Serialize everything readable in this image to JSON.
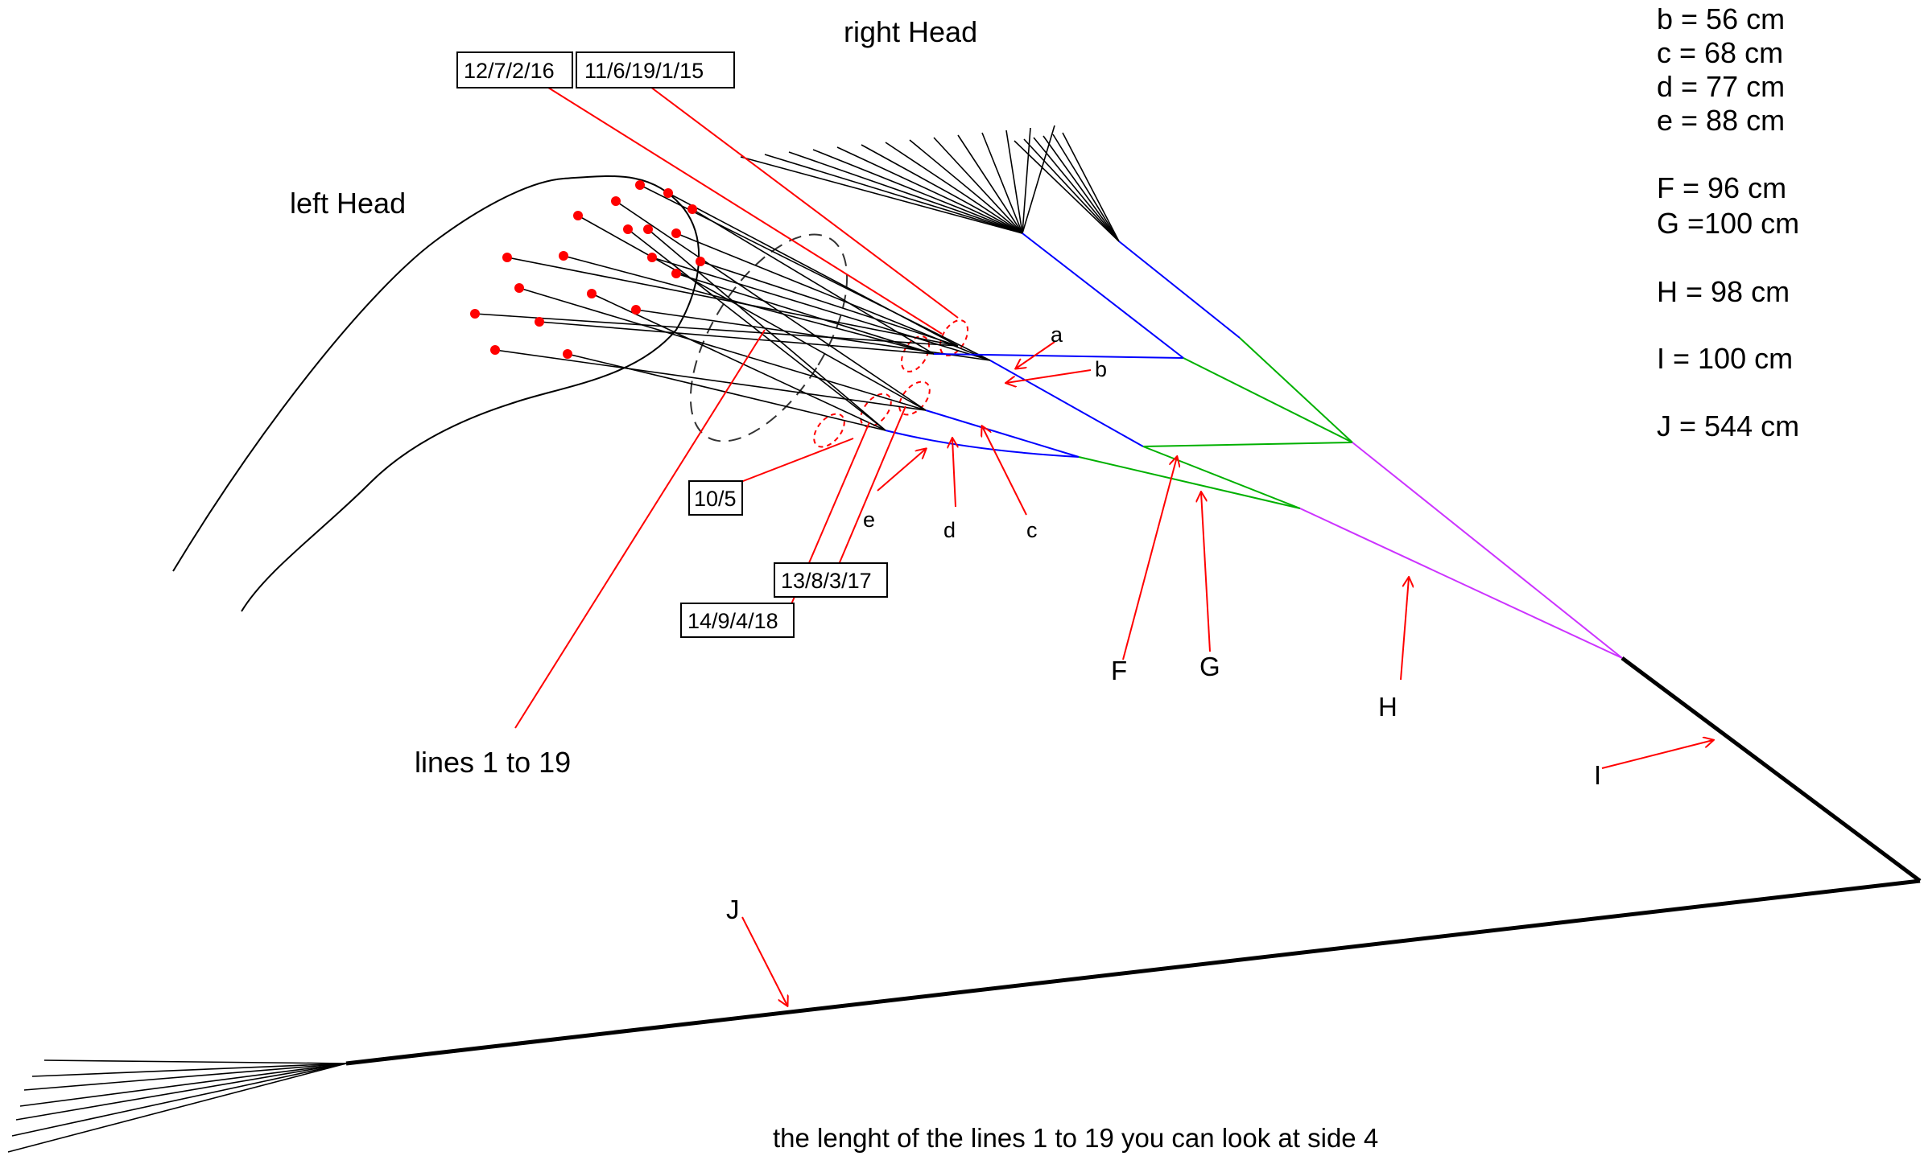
{
  "title_right": "right Head",
  "title_left": "left Head",
  "measurements": [
    "b =  56 cm",
    "c =  68 cm",
    "d =  77 cm",
    "e =  88 cm",
    "F =  96 cm",
    "G =100 cm",
    "H =  98 cm",
    "I  = 100 cm",
    "J = 544 cm"
  ],
  "boxes": {
    "b1": "12/7/2/16",
    "b2": "11/6/19/1/15",
    "b3": "10/5",
    "b4": "13/8/3/17",
    "b5": "14/9/4/18"
  },
  "letters": {
    "a": "a",
    "b": "b",
    "c": "c",
    "d": "d",
    "e": "e",
    "F": "F",
    "G": "G",
    "H": "H",
    "I": "I",
    "J": "J"
  },
  "lines_label": "lines 1 to 19",
  "footer": "the lenght of the lines 1 to 19 you can look at side 4",
  "colors": {
    "red": "#ff0000",
    "blue": "#0000ff",
    "green": "#00b000",
    "violet": "#cc33ff",
    "black": "#000000"
  }
}
